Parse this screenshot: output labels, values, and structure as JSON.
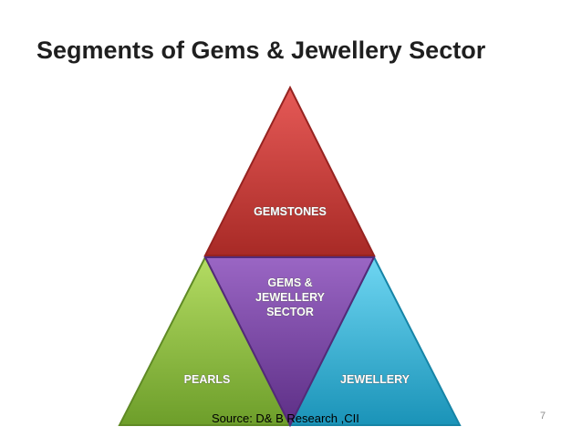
{
  "slide": {
    "title": "Segments of Gems & Jewellery Sector",
    "source": "Source: D& B Research ,CII",
    "page_number": "7"
  },
  "pyramid": {
    "top": {
      "label": "GEMSTONES",
      "color": "#c0392b"
    },
    "center": {
      "lines": [
        "GEMS &",
        "JEWELLERY",
        "SECTOR"
      ],
      "color": "#7a45a3"
    },
    "left": {
      "label": "PEARLS",
      "color": "#8bbf3f"
    },
    "right": {
      "label": "JEWELLERY",
      "color": "#2fb6d9"
    }
  }
}
